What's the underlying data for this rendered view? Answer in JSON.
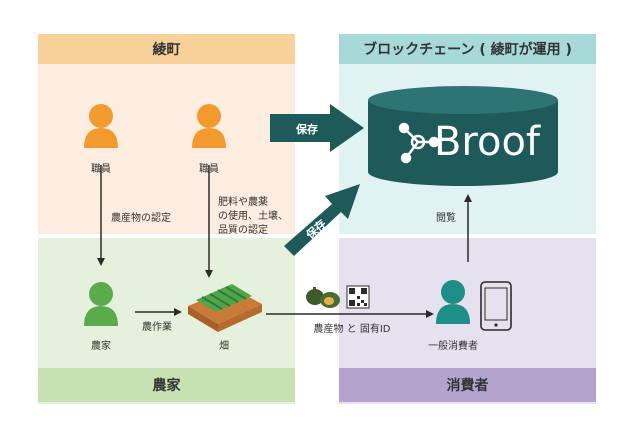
{
  "sections": {
    "ayacho": {
      "title": "綾町"
    },
    "blockchain": {
      "title": "ブロックチェーン ( 綾町が運用 )"
    },
    "farmer": {
      "title": "農家"
    },
    "consumer": {
      "title": "消費者"
    }
  },
  "broof_logo_text": "Broof",
  "nodes": {
    "staff_left": "職員",
    "staff_right": "職員",
    "farmer": "農家",
    "field": "畑",
    "consumer": "一般消費者"
  },
  "edges": {
    "certify": "農産物の認定",
    "inputs_lines": [
      "肥料や農薬",
      "の使用、土壌、",
      "品質の認定"
    ],
    "farm_work": "農作業",
    "product_id": "農産物 と 固有ID",
    "view": "閲覧",
    "save_top": "保存",
    "save_diag": "保存"
  },
  "colors": {
    "ayacho_hdr": "#F7D09A",
    "ayacho_bg": "#FDEDE0",
    "chain_hdr": "#A8D9D9",
    "chain_bg": "#E1F2F2",
    "farmer_hdr": "#C8E1B3",
    "farmer_bg": "#E6F1DD",
    "consumer_hdr": "#B3A3CD",
    "consumer_bg": "#E6E1EE",
    "orange": "#F39A2E",
    "green": "#5BAA4B",
    "teal": "#1E8F88",
    "dark_teal": "#1F5A5A",
    "arrow": "#2B2B2B"
  }
}
